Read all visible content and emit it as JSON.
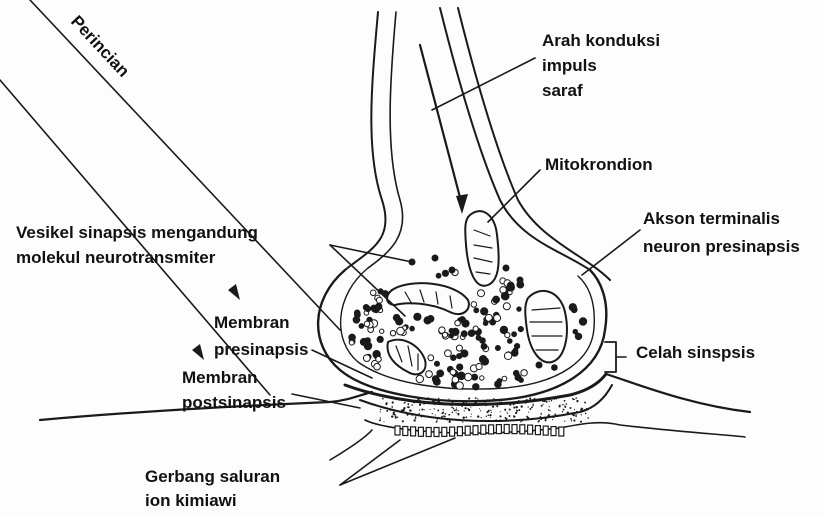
{
  "labels": {
    "perincian": "Perincian",
    "arah_line1": "Arah konduksi",
    "arah_line2": "impuls",
    "arah_line3": "saraf",
    "mitokondrion": "Mitokrondion",
    "akson_line1": "Akson terminalis",
    "akson_line2": "neuron presinapsis",
    "vesikel_line1": "Vesikel sinapsis mengandung",
    "vesikel_line2": "molekul neurotransmiter",
    "membran_pre_line1": "Membran",
    "membran_pre_line2": "presinapsis",
    "celah": "Celah sinspsis",
    "membran_post_line1": "Membran",
    "membran_post_line2": "postsinapsis",
    "gerbang_line1": "Gerbang saluran",
    "gerbang_line2": "ion kimiawi"
  }
}
